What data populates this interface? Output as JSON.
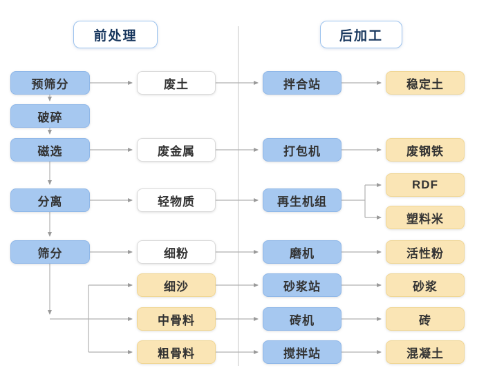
{
  "headers": {
    "pre": {
      "label": "前处理"
    },
    "post": {
      "label": "后加工"
    }
  },
  "nodes": {
    "yushaifen": {
      "label": "预筛分",
      "type": "process"
    },
    "posui": {
      "label": "破碎",
      "type": "process"
    },
    "cixuan": {
      "label": "磁选",
      "type": "process"
    },
    "fenli": {
      "label": "分离",
      "type": "process"
    },
    "shaifen": {
      "label": "筛分",
      "type": "process"
    },
    "feitu": {
      "label": "废土",
      "type": "intermediate"
    },
    "feijinshu": {
      "label": "废金属",
      "type": "intermediate"
    },
    "qingwuzhi": {
      "label": "轻物质",
      "type": "intermediate"
    },
    "xifen": {
      "label": "细粉",
      "type": "intermediate"
    },
    "xisha": {
      "label": "细沙",
      "type": "intermediate-product"
    },
    "zhongguliao": {
      "label": "中骨料",
      "type": "intermediate-product"
    },
    "cuguliao": {
      "label": "粗骨料",
      "type": "intermediate-product"
    },
    "banhezhan": {
      "label": "拌合站",
      "type": "machine"
    },
    "dabaoji": {
      "label": "打包机",
      "type": "machine"
    },
    "zaishengjizu": {
      "label": "再生机组",
      "type": "machine"
    },
    "moji": {
      "label": "磨机",
      "type": "machine"
    },
    "shajiangzhan": {
      "label": "砂浆站",
      "type": "machine"
    },
    "zhuanji": {
      "label": "砖机",
      "type": "machine"
    },
    "jiaobanzhan": {
      "label": "搅拌站",
      "type": "machine"
    },
    "wendingtu": {
      "label": "稳定土",
      "type": "product"
    },
    "feigangtie": {
      "label": "废钢铁",
      "type": "product"
    },
    "rdf": {
      "label": "RDF",
      "type": "product"
    },
    "suliaomi": {
      "label": "塑料米",
      "type": "product"
    },
    "huoxingfen": {
      "label": "活性粉",
      "type": "product"
    },
    "shajiang": {
      "label": "砂浆",
      "type": "product"
    },
    "zhuan": {
      "label": "砖",
      "type": "product"
    },
    "hunningtu": {
      "label": "混凝土",
      "type": "product"
    }
  },
  "edges": [
    {
      "from": "yushaifen",
      "to": "feitu"
    },
    {
      "from": "yushaifen",
      "to": "posui"
    },
    {
      "from": "posui",
      "to": "cixuan"
    },
    {
      "from": "cixuan",
      "to": "feijinshu"
    },
    {
      "from": "cixuan",
      "to": "fenli"
    },
    {
      "from": "fenli",
      "to": "qingwuzhi"
    },
    {
      "from": "fenli",
      "to": "shaifen"
    },
    {
      "from": "shaifen",
      "to": "xifen"
    },
    {
      "from": "shaifen",
      "to": "xisha"
    },
    {
      "from": "shaifen",
      "to": "zhongguliao"
    },
    {
      "from": "shaifen",
      "to": "cuguliao"
    },
    {
      "from": "feitu",
      "to": "banhezhan"
    },
    {
      "from": "feijinshu",
      "to": "dabaoji"
    },
    {
      "from": "qingwuzhi",
      "to": "zaishengjizu"
    },
    {
      "from": "xifen",
      "to": "moji"
    },
    {
      "from": "xisha",
      "to": "shajiangzhan"
    },
    {
      "from": "zhongguliao",
      "to": "zhuanji"
    },
    {
      "from": "cuguliao",
      "to": "jiaobanzhan"
    },
    {
      "from": "banhezhan",
      "to": "wendingtu"
    },
    {
      "from": "dabaoji",
      "to": "feigangtie"
    },
    {
      "from": "zaishengjizu",
      "to": "rdf"
    },
    {
      "from": "zaishengjizu",
      "to": "suliaomi"
    },
    {
      "from": "moji",
      "to": "huoxingfen"
    },
    {
      "from": "shajiangzhan",
      "to": "shajiang"
    },
    {
      "from": "zhuanji",
      "to": "zhuan"
    },
    {
      "from": "jiaobanzhan",
      "to": "hunningtu"
    }
  ],
  "colors": {
    "process_blue_fill": "#a6c8f0",
    "process_blue_border": "#8fb7e8",
    "product_yellow_fill": "#fae5b5",
    "product_yellow_border": "#f0d694",
    "white_box_border": "#d9d9d9",
    "header_border_blue": "#9dc3ee",
    "header_text_navy": "#17365d",
    "node_text": "#333333",
    "connector_gray": "#b0b0b0",
    "arrowhead_gray": "#9a9a9a",
    "divider_gray": "#c4c4c4"
  }
}
